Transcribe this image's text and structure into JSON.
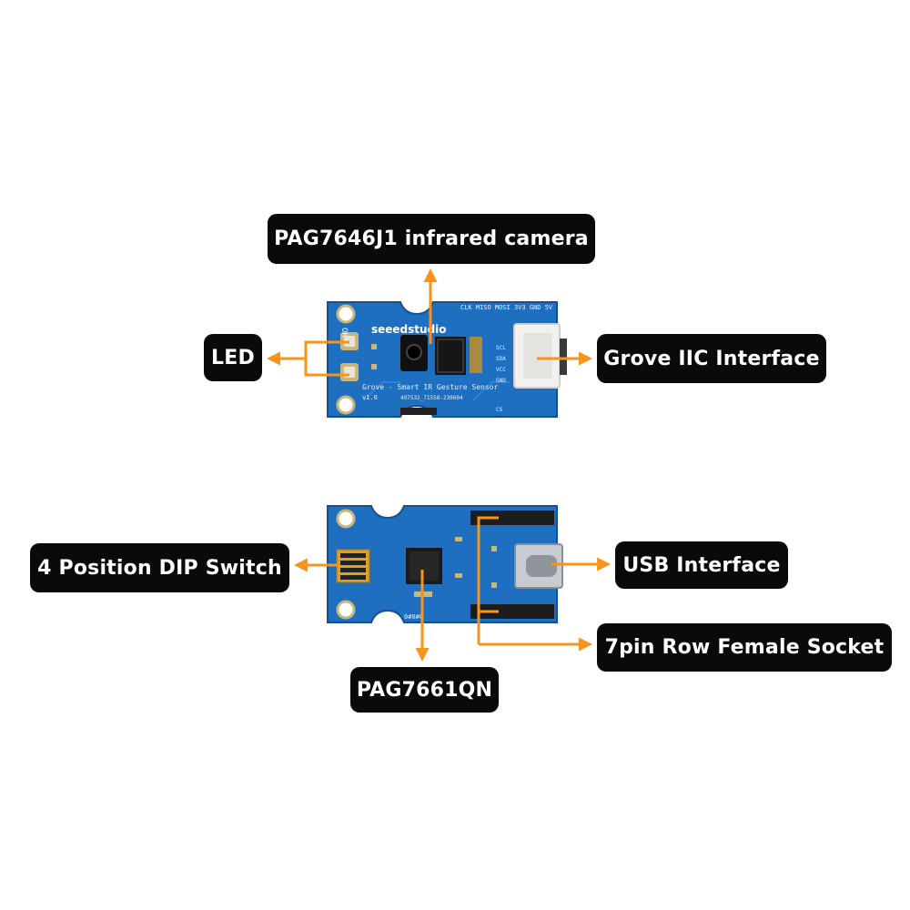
{
  "labels": {
    "camera": "PAG7646J1 infrared camera",
    "led": "LED",
    "grove": "Grove IIC Interface",
    "dip": "4 Position DIP Switch",
    "usb": "USB Interface",
    "socket": "7pin Row Female Socket",
    "qn": "PAG7661QN"
  },
  "board_top": {
    "brand": "seeedstudio",
    "ok": "OK",
    "pins": "CLK MISO MOSI 3V3 GND 5V",
    "product": "Grove - Smart IR Gesture Sensor",
    "version": "v1.0",
    "code": "497532_71558-230604",
    "scl": "SCL",
    "sda": "SDA",
    "vcc": "VCC",
    "gnd": "GND",
    "cs": "CS"
  },
  "board_bottom": {
    "code": "0#0#0"
  },
  "colors": {
    "arrow": "#f7941d",
    "pcb": "#1f6fc0",
    "label_bg": "#0a0a0a"
  }
}
